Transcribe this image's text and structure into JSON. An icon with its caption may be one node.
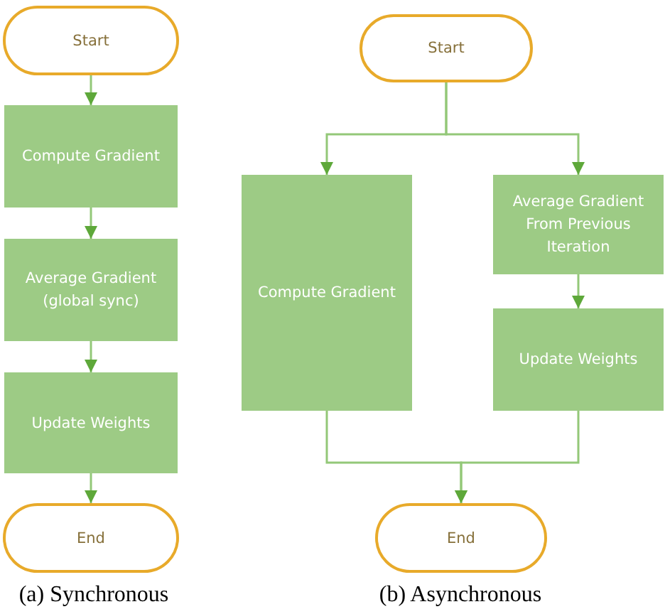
{
  "diagram": {
    "nodes": [
      {
        "text": [
          "Start"
        ]
      },
      {
        "text": [
          "Compute Gradient"
        ]
      },
      {
        "text": [
          "Average Gradient (global sync)"
        ]
      },
      {
        "text": [
          "Update Weights"
        ]
      },
      {
        "text": [
          "End"
        ]
      },
      {
        "text": [
          "Start"
        ]
      },
      {
        "text": [
          "Compute Gradient"
        ]
      },
      {
        "text": [
          "Average Gradient From Previous Iteration"
        ]
      },
      {
        "text": [
          "Update Weights"
        ]
      },
      {
        "text": [
          "End"
        ]
      }
    ],
    "edges": [
      {
        "from": 0,
        "to": 1,
        "arrow": "to"
      },
      {
        "from": 1,
        "to": 2,
        "arrow": "to"
      },
      {
        "from": 2,
        "to": 3,
        "arrow": "to"
      },
      {
        "from": 3,
        "to": 4,
        "arrow": "to"
      },
      {
        "from": 5,
        "to": 6,
        "arrow": "to"
      },
      {
        "from": 5,
        "to": 7,
        "arrow": "to"
      },
      {
        "from": 7,
        "to": 8,
        "arrow": "to"
      },
      {
        "from": 6,
        "to": 9,
        "arrow": "to"
      },
      {
        "from": 8,
        "to": 9,
        "arrow": "to"
      }
    ],
    "labels": [
      "(a) Synchronous",
      "(b) Asynchronous"
    ]
  }
}
